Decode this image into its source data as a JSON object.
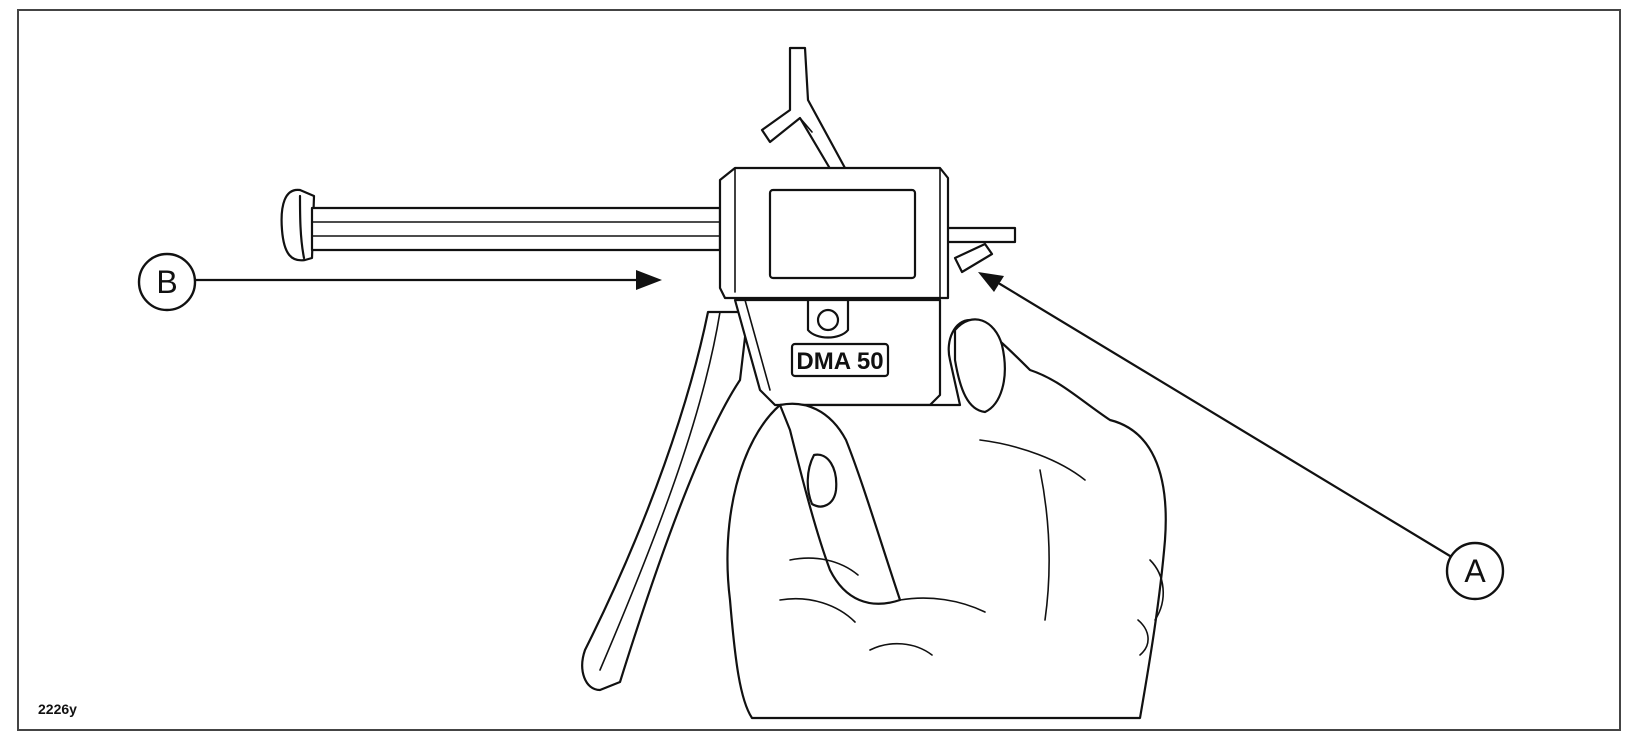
{
  "figure": {
    "ref_code": "2226y",
    "device_label": "DMA 50",
    "callouts": [
      {
        "id": "A",
        "label": "A"
      },
      {
        "id": "B",
        "label": "B"
      }
    ]
  }
}
